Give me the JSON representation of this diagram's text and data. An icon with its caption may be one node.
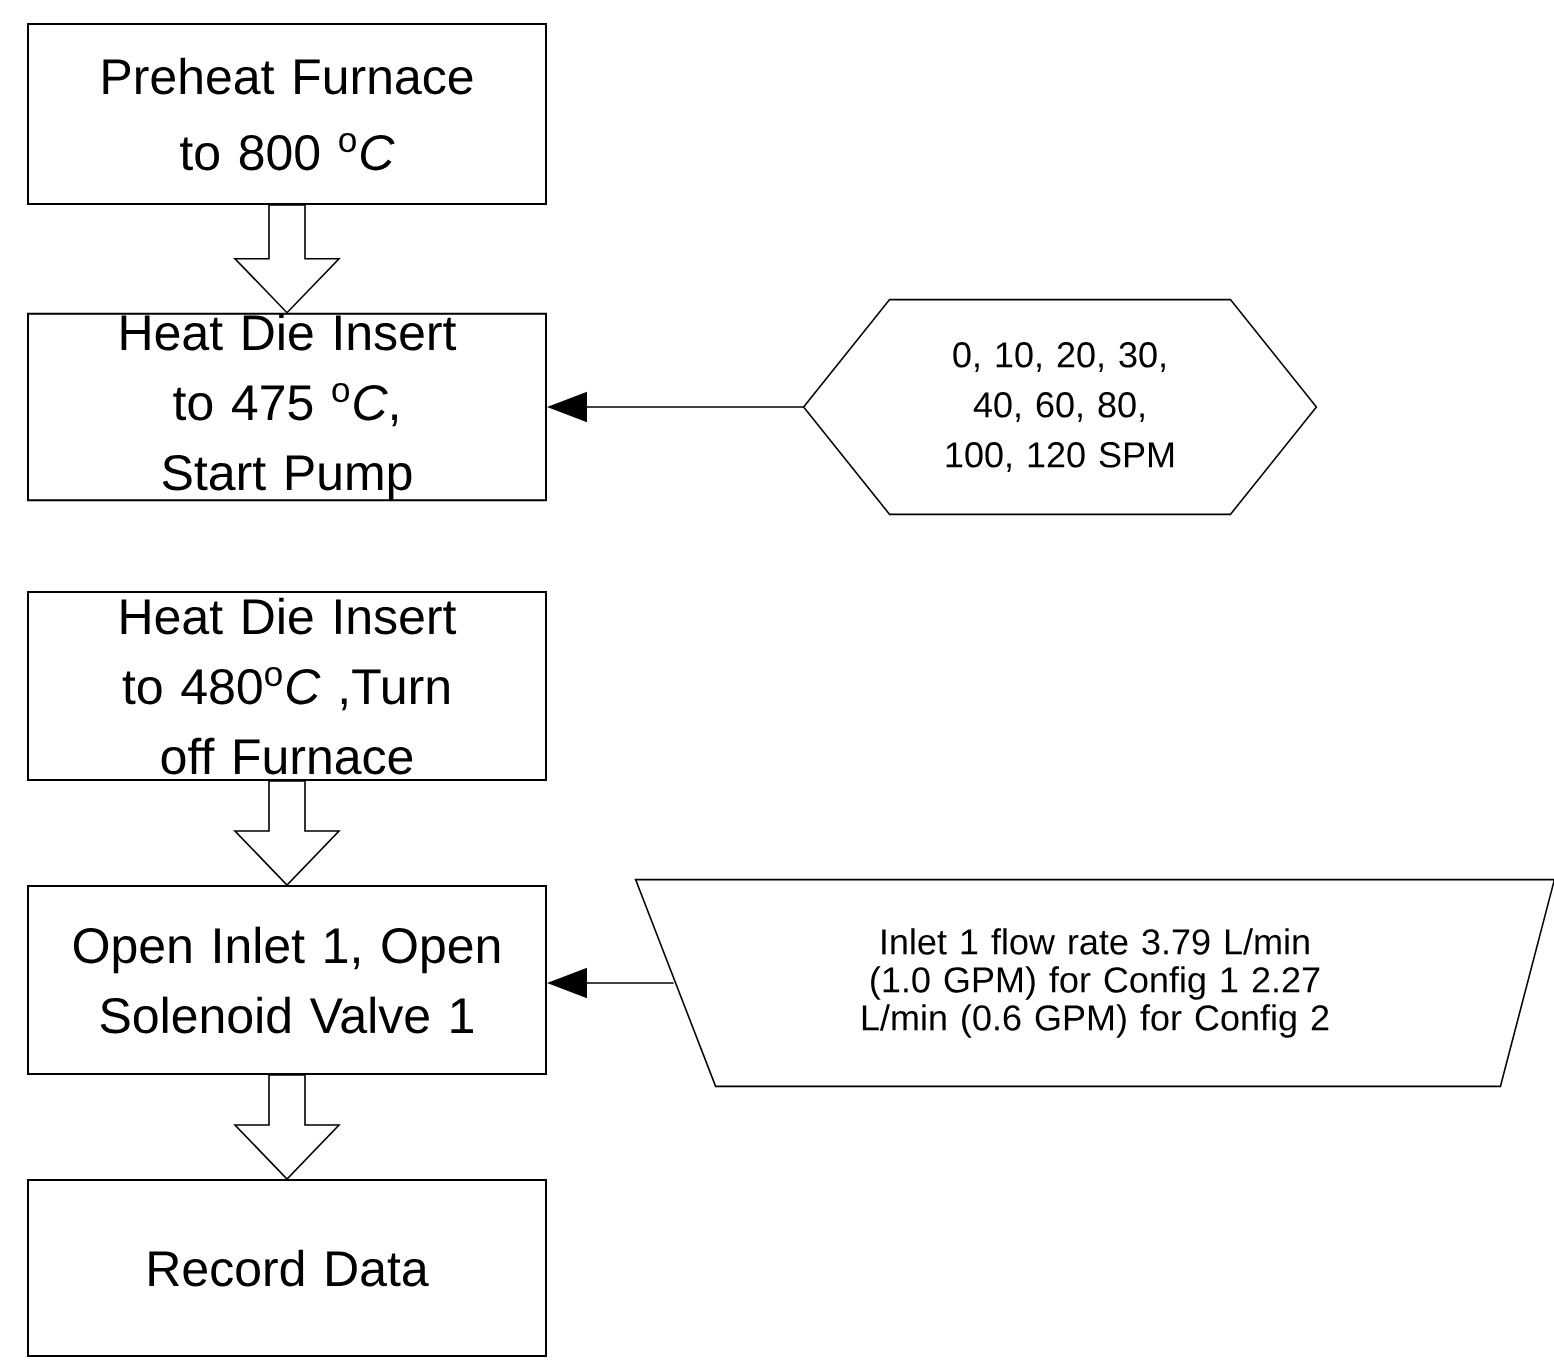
{
  "diagram": {
    "nodes": [
      {
        "text": [
          "Preheat Furnace to 800 $^{o}$*C*"
        ]
      },
      {
        "text": [
          "Heat Die Insert to 475 $^{o}$*C*, Start Pump"
        ]
      },
      {
        "text": [
          "0, 10, 20, 30, 40, 60, 80, 100, 120 SPM"
        ]
      },
      {
        "text": [
          "Heat Die Insert to 480$^{o}$*C* ,Turn off Furnace"
        ]
      },
      {
        "text": [
          "Open Inlet 1, Open Solenoid Valve 1"
        ]
      },
      {
        "text": [
          "Inlet 1 flow rate 3.79 L/min (1.0 GPM) for Config 1 2.27 L/min (0.6 GPM) for Config 2"
        ]
      },
      {
        "text": [
          "Record Data"
        ]
      }
    ],
    "edges": [
      {
        "from": 0,
        "to": 1,
        "arrow": "to",
        "style": "thick"
      },
      {
        "from": 2,
        "to": 1,
        "arrow": "to"
      },
      {
        "from": 3,
        "to": 4,
        "arrow": "to",
        "style": "thick"
      },
      {
        "from": 5,
        "to": 4,
        "arrow": "to"
      },
      {
        "from": 4,
        "to": 6,
        "arrow": "to",
        "style": "thick"
      }
    ]
  }
}
